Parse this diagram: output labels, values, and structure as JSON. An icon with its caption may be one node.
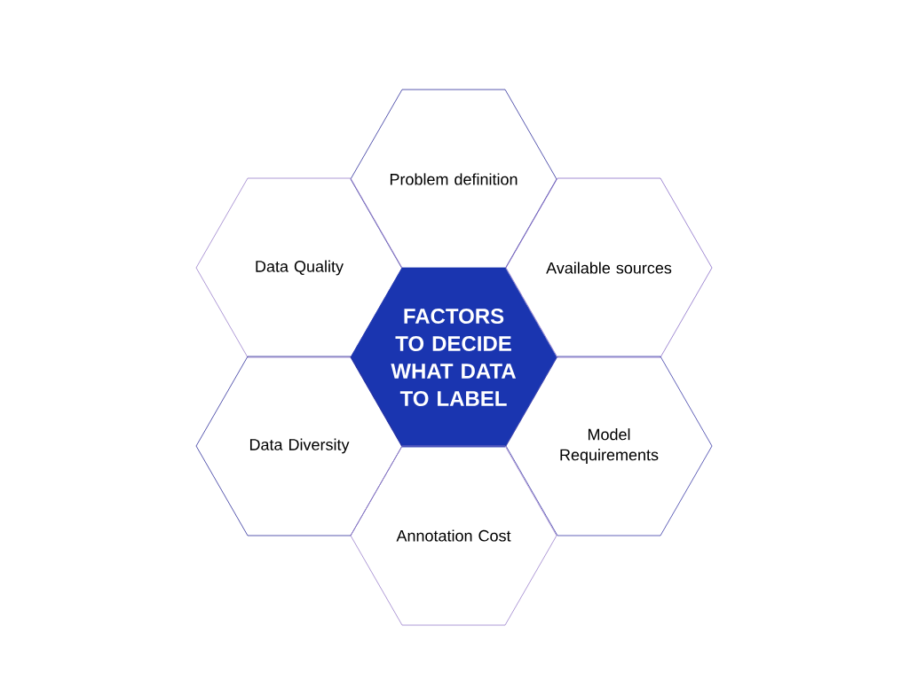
{
  "diagram": {
    "nodes": [
      {
        "text": [
          "Problem definition"
        ]
      },
      {
        "text": [
          "Data Quality"
        ]
      },
      {
        "text": [
          "Available sources"
        ]
      },
      {
        "text": [
          "FACTORS TO DECIDE WHAT DATA TO LABEL"
        ]
      },
      {
        "text": [
          "Data Diversity"
        ]
      },
      {
        "text": [
          "Model Requirements"
        ]
      },
      {
        "text": [
          "Annotation Cost"
        ]
      }
    ]
  }
}
